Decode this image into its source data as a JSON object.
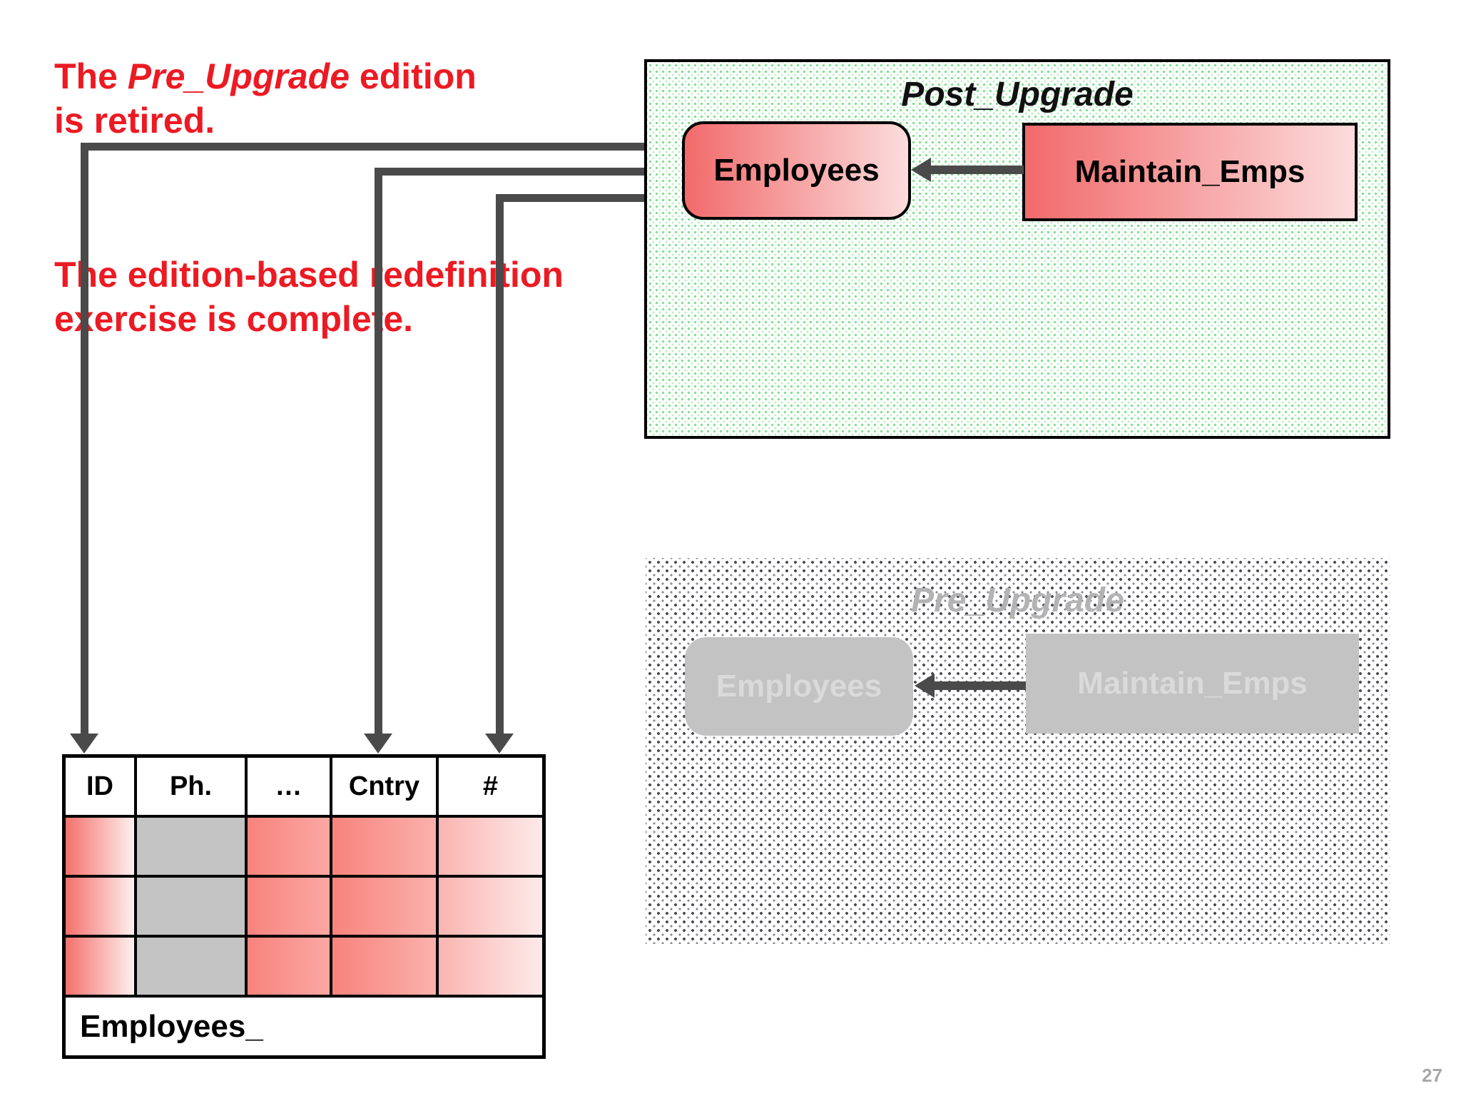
{
  "colors": {
    "red_text": "#ec1a23",
    "line_gray": "#4a4a4a",
    "pink_start": "#f26a6b",
    "pink_end": "#fcdcdc",
    "green_dot": "#7fe290",
    "green_dot2": "#b5efbe",
    "gray_dot": "#4d4d59",
    "gray_dot2": "#8a8a96",
    "gray_box": "#c3c3c3",
    "gray_box_text": "#dadada",
    "pre_title": "#b3b3b3",
    "page_num": "#a8a8a8"
  },
  "annotations": {
    "note1": {
      "prefix": "The ",
      "emphasis": "Pre_Upgrade",
      "suffix": " edition",
      "line2": "is retired."
    },
    "note2": {
      "line1": "The edition-based redefinition",
      "line2": "exercise is complete."
    }
  },
  "post_upgrade": {
    "title": "Post_Upgrade",
    "employees_label": "Employees",
    "maintain_label": "Maintain_Emps"
  },
  "pre_upgrade": {
    "title": "Pre_Upgrade",
    "employees_label": "Employees",
    "maintain_label": "Maintain_Emps"
  },
  "table": {
    "headers": [
      "ID",
      "Ph.",
      "…",
      "Cntry",
      "#"
    ],
    "row_count": 3,
    "footer_label": "Employees_",
    "column_fills": [
      {
        "type": "gradient",
        "from": "#f4716d",
        "to": "#fdf0ef"
      },
      {
        "type": "solid",
        "color": "#c4c4c4"
      },
      {
        "type": "gradient",
        "from": "#f8837d",
        "to": "#fba8a3"
      },
      {
        "type": "gradient",
        "from": "#f8837d",
        "to": "#fbb1ac"
      },
      {
        "type": "gradient",
        "from": "#fab5b1",
        "to": "#fdeae9"
      }
    ]
  },
  "page": {
    "number": "27"
  }
}
